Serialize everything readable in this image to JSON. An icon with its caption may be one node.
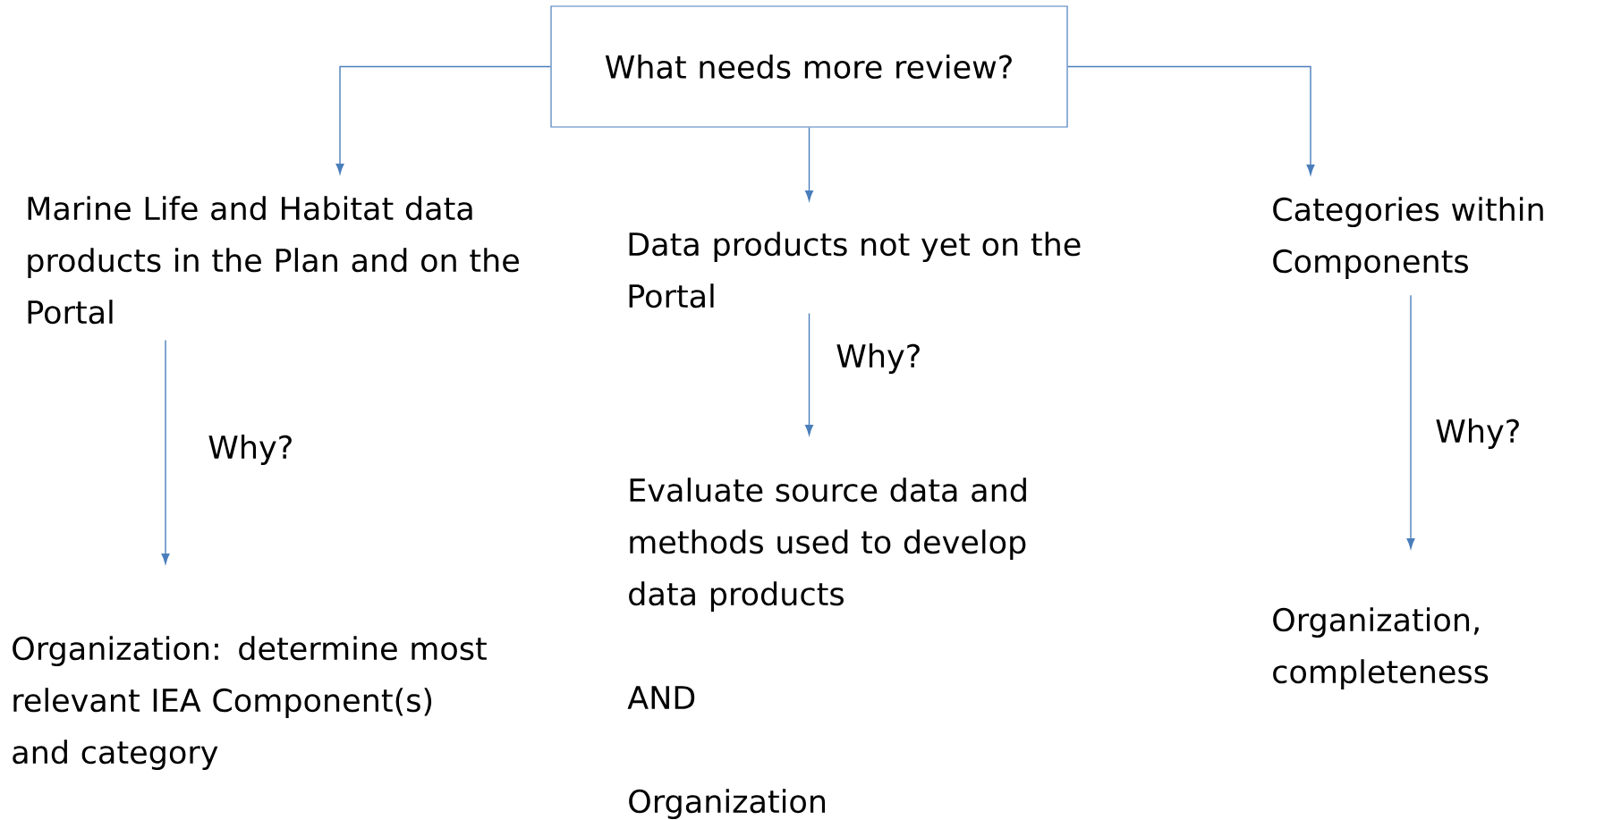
{
  "diagram": {
    "nodes": [
      {
        "text": [
          "What needs more review?"
        ]
      },
      {
        "text": [
          "Marine Life and Habitat data products in the Plan and on the Portal"
        ]
      },
      {
        "text": [
          "Data products not yet on the Portal"
        ]
      },
      {
        "text": [
          "Categories within Components"
        ]
      },
      {
        "text": [
          "Organization: determine most relevant IEA Component(s) and category"
        ]
      },
      {
        "text": [
          "Evaluate source data and methods used to develop data products",
          "AND",
          "Organization"
        ]
      },
      {
        "text": [
          "Organization, completeness"
        ]
      }
    ],
    "edges": [
      {
        "from": 0,
        "to": 1,
        "arrow": "to"
      },
      {
        "from": 0,
        "to": 2,
        "arrow": "to"
      },
      {
        "from": 0,
        "to": 3,
        "arrow": "to"
      },
      {
        "from": 1,
        "to": 4,
        "arrow": "to",
        "label": "Why?"
      },
      {
        "from": 2,
        "to": 5,
        "arrow": "to",
        "label": "Why?"
      },
      {
        "from": 3,
        "to": 6,
        "arrow": "to",
        "label": "Why?"
      }
    ]
  }
}
